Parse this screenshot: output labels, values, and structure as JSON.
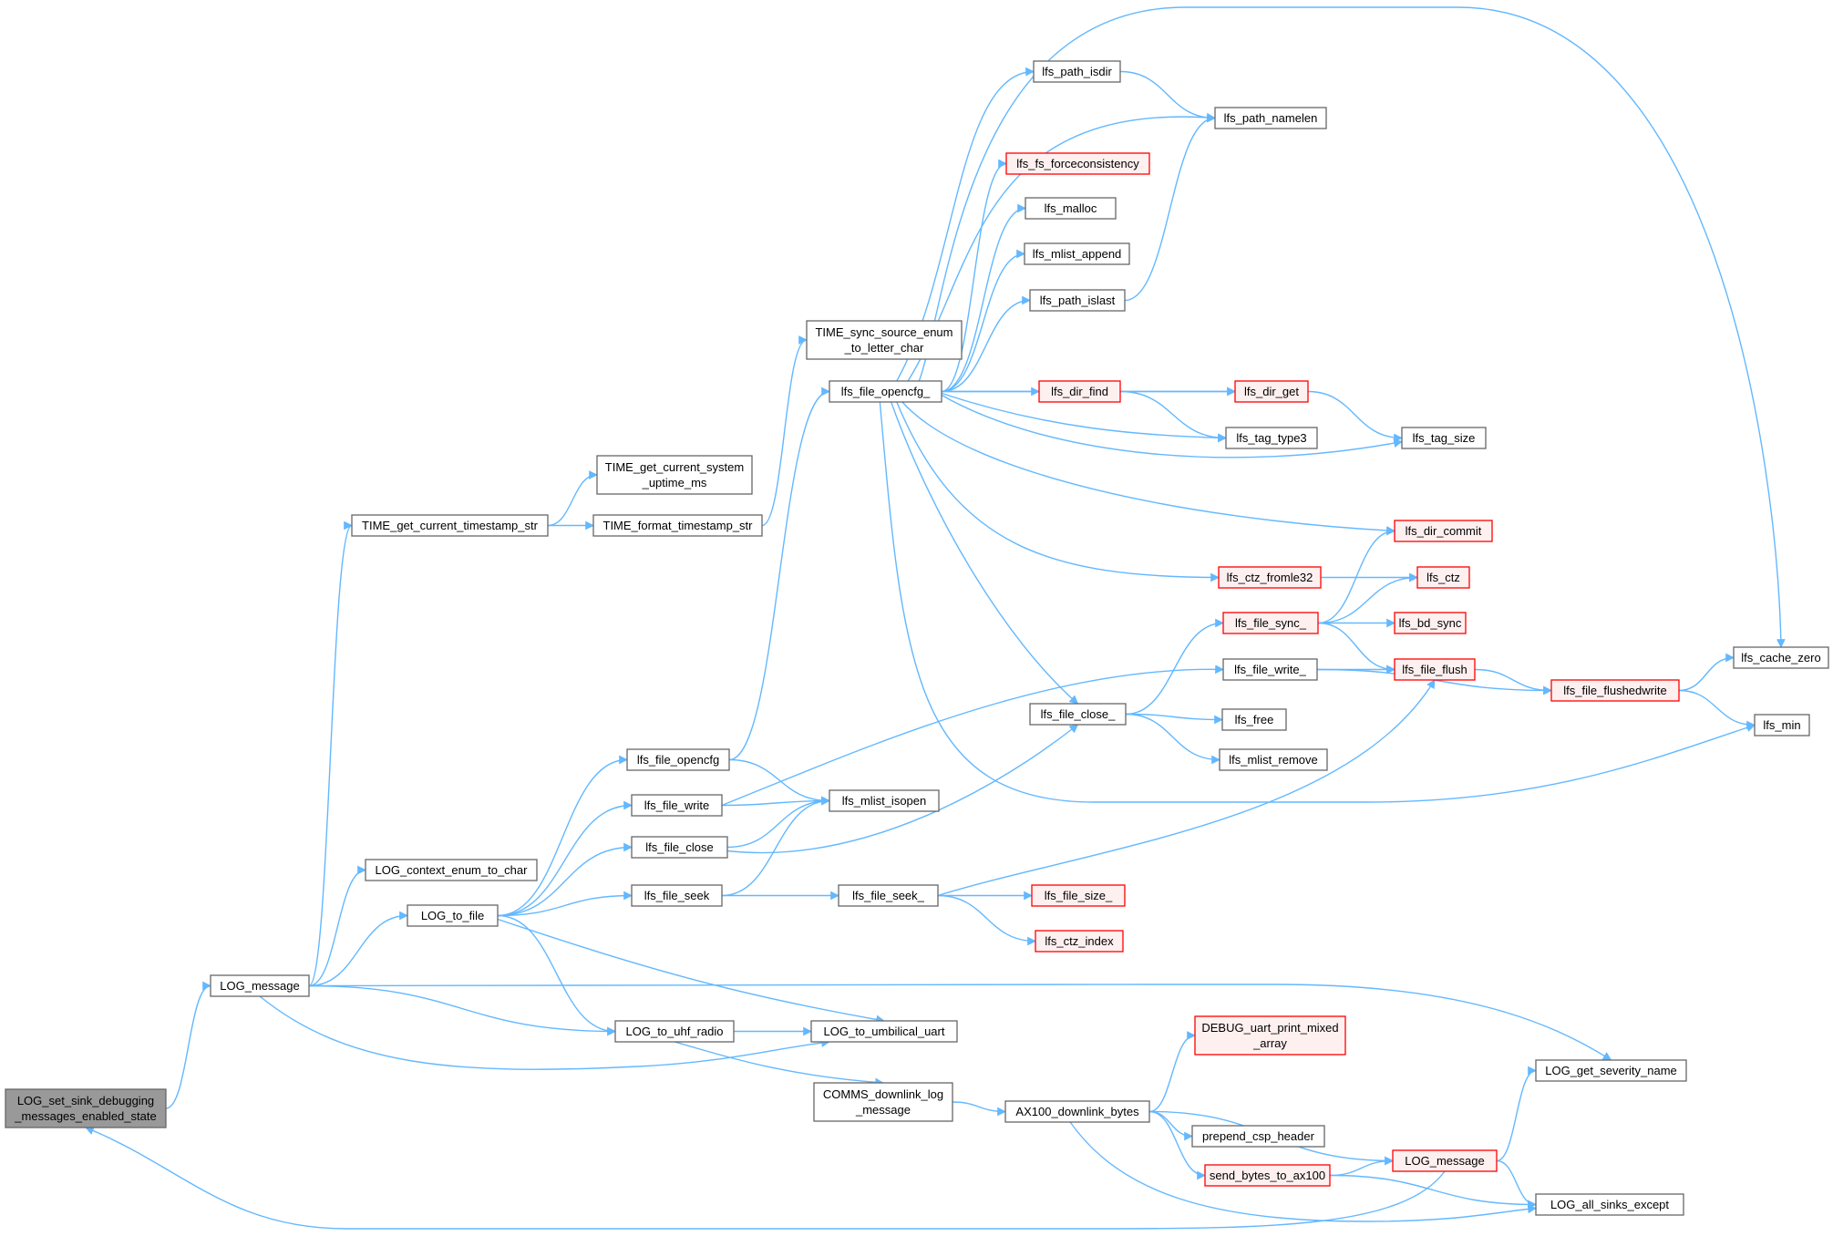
{
  "nodes": [
    {
      "id": "n0",
      "lines": [
        "LOG_set_sink_debugging",
        "_messages_enabled_state"
      ],
      "kind": "root"
    },
    {
      "id": "n1",
      "lines": [
        "LOG_message"
      ],
      "kind": "normal"
    },
    {
      "id": "n2",
      "lines": [
        "LOG_context_enum_to_char"
      ],
      "kind": "normal"
    },
    {
      "id": "n3",
      "lines": [
        "LOG_get_severity_name"
      ],
      "kind": "normal"
    },
    {
      "id": "n4",
      "lines": [
        "LOG_to_file"
      ],
      "kind": "normal"
    },
    {
      "id": "n5",
      "lines": [
        "LOG_to_uhf_radio"
      ],
      "kind": "normal"
    },
    {
      "id": "n6",
      "lines": [
        "LOG_to_umbilical_uart"
      ],
      "kind": "normal"
    },
    {
      "id": "n7",
      "lines": [
        "TIME_get_current_timestamp_str"
      ],
      "kind": "normal"
    },
    {
      "id": "n8",
      "lines": [
        "TIME_format_timestamp_str"
      ],
      "kind": "normal"
    },
    {
      "id": "n9",
      "lines": [
        "TIME_get_current_system",
        "_uptime_ms"
      ],
      "kind": "normal"
    },
    {
      "id": "n10",
      "lines": [
        "TIME_sync_source_enum",
        "_to_letter_char"
      ],
      "kind": "normal"
    },
    {
      "id": "n11",
      "lines": [
        "lfs_file_close"
      ],
      "kind": "normal"
    },
    {
      "id": "n12",
      "lines": [
        "lfs_file_opencfg"
      ],
      "kind": "normal"
    },
    {
      "id": "n13",
      "lines": [
        "lfs_file_seek"
      ],
      "kind": "normal"
    },
    {
      "id": "n14",
      "lines": [
        "lfs_file_write"
      ],
      "kind": "normal"
    },
    {
      "id": "n15",
      "lines": [
        "lfs_mlist_isopen"
      ],
      "kind": "normal"
    },
    {
      "id": "n16",
      "lines": [
        "lfs_file_close_"
      ],
      "kind": "normal"
    },
    {
      "id": "n17",
      "lines": [
        "lfs_file_opencfg_"
      ],
      "kind": "normal"
    },
    {
      "id": "n18",
      "lines": [
        "lfs_file_seek_"
      ],
      "kind": "normal"
    },
    {
      "id": "n19",
      "lines": [
        "lfs_file_write_"
      ],
      "kind": "normal"
    },
    {
      "id": "n20",
      "lines": [
        "lfs_path_isdir"
      ],
      "kind": "normal"
    },
    {
      "id": "n21",
      "lines": [
        "lfs_path_namelen"
      ],
      "kind": "normal"
    },
    {
      "id": "n22",
      "lines": [
        "lfs_fs_forceconsistency"
      ],
      "kind": "trunc"
    },
    {
      "id": "n23",
      "lines": [
        "lfs_malloc"
      ],
      "kind": "normal"
    },
    {
      "id": "n24",
      "lines": [
        "lfs_mlist_append"
      ],
      "kind": "normal"
    },
    {
      "id": "n25",
      "lines": [
        "lfs_path_islast"
      ],
      "kind": "normal"
    },
    {
      "id": "n26",
      "lines": [
        "lfs_dir_find"
      ],
      "kind": "trunc"
    },
    {
      "id": "n27",
      "lines": [
        "lfs_dir_get"
      ],
      "kind": "trunc"
    },
    {
      "id": "n28",
      "lines": [
        "lfs_tag_type3"
      ],
      "kind": "normal"
    },
    {
      "id": "n29",
      "lines": [
        "lfs_tag_size"
      ],
      "kind": "normal"
    },
    {
      "id": "n30",
      "lines": [
        "lfs_dir_commit"
      ],
      "kind": "trunc"
    },
    {
      "id": "n31",
      "lines": [
        "lfs_ctz_fromle32"
      ],
      "kind": "trunc"
    },
    {
      "id": "n32",
      "lines": [
        "lfs_ctz"
      ],
      "kind": "trunc"
    },
    {
      "id": "n33",
      "lines": [
        "lfs_file_sync_"
      ],
      "kind": "trunc"
    },
    {
      "id": "n34",
      "lines": [
        "lfs_bd_sync"
      ],
      "kind": "trunc"
    },
    {
      "id": "n35",
      "lines": [
        "lfs_file_flush"
      ],
      "kind": "trunc"
    },
    {
      "id": "n36",
      "lines": [
        "lfs_file_flushedwrite"
      ],
      "kind": "trunc"
    },
    {
      "id": "n37",
      "lines": [
        "lfs_cache_zero"
      ],
      "kind": "normal"
    },
    {
      "id": "n38",
      "lines": [
        "lfs_min"
      ],
      "kind": "normal"
    },
    {
      "id": "n39",
      "lines": [
        "lfs_free"
      ],
      "kind": "normal"
    },
    {
      "id": "n40",
      "lines": [
        "lfs_mlist_remove"
      ],
      "kind": "normal"
    },
    {
      "id": "n41",
      "lines": [
        "lfs_file_size_"
      ],
      "kind": "trunc"
    },
    {
      "id": "n42",
      "lines": [
        "lfs_ctz_index"
      ],
      "kind": "trunc"
    },
    {
      "id": "n43",
      "lines": [
        "COMMS_downlink_log",
        "_message"
      ],
      "kind": "normal"
    },
    {
      "id": "n44",
      "lines": [
        "AX100_downlink_bytes"
      ],
      "kind": "normal"
    },
    {
      "id": "n45",
      "lines": [
        "DEBUG_uart_print_mixed",
        "_array"
      ],
      "kind": "trunc"
    },
    {
      "id": "n46",
      "lines": [
        "prepend_csp_header"
      ],
      "kind": "normal"
    },
    {
      "id": "n47",
      "lines": [
        "send_bytes_to_ax100"
      ],
      "kind": "trunc"
    },
    {
      "id": "n48",
      "lines": [
        "LOG_message"
      ],
      "kind": "trunc"
    },
    {
      "id": "n49",
      "lines": [
        "LOG_all_sinks_except"
      ],
      "kind": "normal"
    }
  ],
  "edges": [
    [
      "n0",
      "n1"
    ],
    [
      "n1",
      "n2"
    ],
    [
      "n1",
      "n3"
    ],
    [
      "n1",
      "n4"
    ],
    [
      "n1",
      "n5"
    ],
    [
      "n1",
      "n6"
    ],
    [
      "n1",
      "n7"
    ],
    [
      "n4",
      "n11"
    ],
    [
      "n4",
      "n12"
    ],
    [
      "n4",
      "n13"
    ],
    [
      "n4",
      "n14"
    ],
    [
      "n4",
      "n5"
    ],
    [
      "n4",
      "n6"
    ],
    [
      "n5",
      "n6"
    ],
    [
      "n5",
      "n43"
    ],
    [
      "n7",
      "n8"
    ],
    [
      "n7",
      "n9"
    ],
    [
      "n8",
      "n10"
    ],
    [
      "n11",
      "n15"
    ],
    [
      "n11",
      "n16"
    ],
    [
      "n12",
      "n15"
    ],
    [
      "n12",
      "n17"
    ],
    [
      "n13",
      "n15"
    ],
    [
      "n13",
      "n18"
    ],
    [
      "n14",
      "n15"
    ],
    [
      "n14",
      "n19"
    ],
    [
      "n16",
      "n33"
    ],
    [
      "n16",
      "n39"
    ],
    [
      "n16",
      "n40"
    ],
    [
      "n17",
      "n20"
    ],
    [
      "n17",
      "n21"
    ],
    [
      "n17",
      "n22"
    ],
    [
      "n17",
      "n23"
    ],
    [
      "n17",
      "n24"
    ],
    [
      "n17",
      "n25"
    ],
    [
      "n17",
      "n26"
    ],
    [
      "n17",
      "n27"
    ],
    [
      "n17",
      "n28"
    ],
    [
      "n17",
      "n29"
    ],
    [
      "n17",
      "n30"
    ],
    [
      "n17",
      "n31"
    ],
    [
      "n17",
      "n16"
    ],
    [
      "n17",
      "n38"
    ],
    [
      "n17",
      "n37"
    ],
    [
      "n18",
      "n41"
    ],
    [
      "n18",
      "n42"
    ],
    [
      "n18",
      "n35"
    ],
    [
      "n19",
      "n35"
    ],
    [
      "n19",
      "n36"
    ],
    [
      "n20",
      "n21"
    ],
    [
      "n25",
      "n21"
    ],
    [
      "n26",
      "n27"
    ],
    [
      "n26",
      "n28"
    ],
    [
      "n27",
      "n29"
    ],
    [
      "n31",
      "n32"
    ],
    [
      "n33",
      "n30"
    ],
    [
      "n33",
      "n32"
    ],
    [
      "n33",
      "n34"
    ],
    [
      "n33",
      "n35"
    ],
    [
      "n35",
      "n36"
    ],
    [
      "n36",
      "n37"
    ],
    [
      "n36",
      "n38"
    ],
    [
      "n43",
      "n44"
    ],
    [
      "n44",
      "n45"
    ],
    [
      "n44",
      "n46"
    ],
    [
      "n44",
      "n47"
    ],
    [
      "n44",
      "n48"
    ],
    [
      "n44",
      "n49"
    ],
    [
      "n47",
      "n48"
    ],
    [
      "n47",
      "n49"
    ],
    [
      "n48",
      "n3"
    ],
    [
      "n48",
      "n49"
    ],
    [
      "n48",
      "n0"
    ]
  ]
}
